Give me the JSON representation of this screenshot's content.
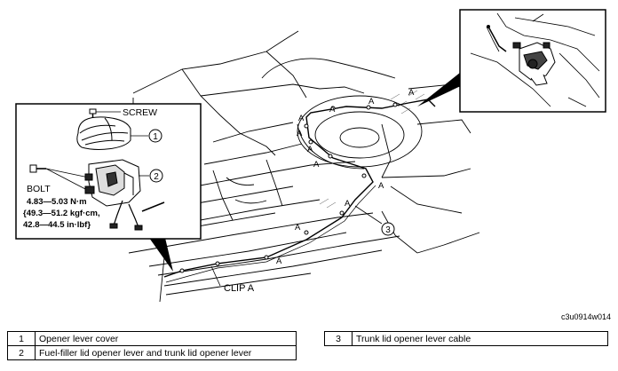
{
  "labels": {
    "screw": "SCREW",
    "bolt": "BOLT",
    "torque_line1": "4.83—5.03 N·m",
    "torque_line2": "{49.3—51.2 kgf·cm,",
    "torque_line3": "42.8—44.5 in·lbf}",
    "clip": "CLIP A",
    "clip_mark": "A",
    "callout_1": "1",
    "callout_2": "2",
    "callout_3": "3"
  },
  "figure_code": "c3u0914w014",
  "legend": {
    "left": [
      {
        "num": "1",
        "text": "Opener lever cover"
      },
      {
        "num": "2",
        "text": "Fuel-filler lid opener lever and trunk lid opener lever"
      }
    ],
    "right": [
      {
        "num": "3",
        "text": "Trunk lid opener lever cable"
      }
    ]
  }
}
